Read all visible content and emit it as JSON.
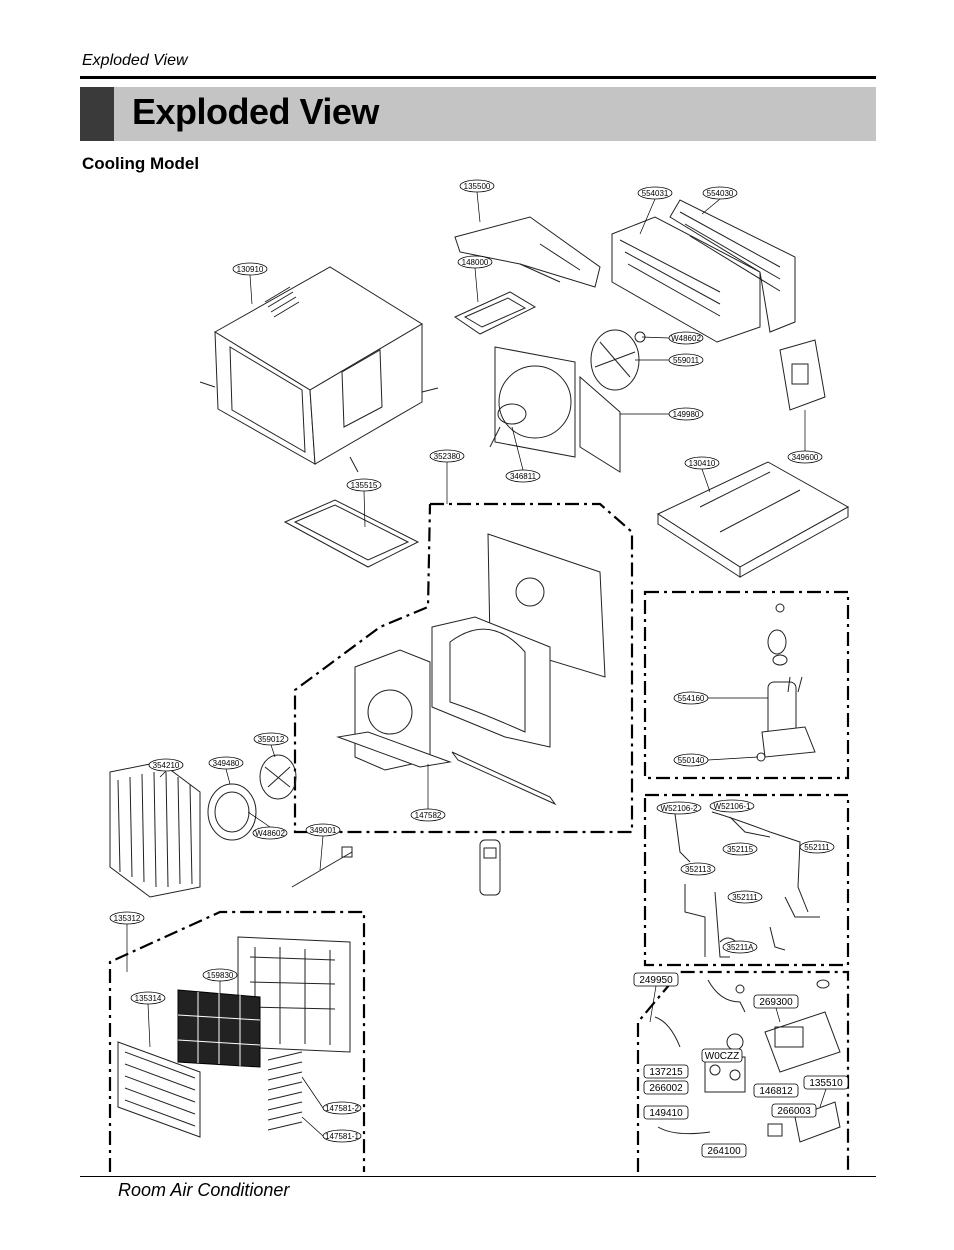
{
  "header": {
    "running_title": "Exploded View"
  },
  "banner": {
    "title": "Exploded View"
  },
  "section": {
    "title": "Cooling Model"
  },
  "footer": {
    "text": "Room Air Conditioner"
  },
  "parts": [
    {
      "id": "135500",
      "style": "oval"
    },
    {
      "id": "554031",
      "style": "oval"
    },
    {
      "id": "554030",
      "style": "oval"
    },
    {
      "id": "130910",
      "style": "oval"
    },
    {
      "id": "148000",
      "style": "oval"
    },
    {
      "id": "W48602",
      "style": "oval"
    },
    {
      "id": "559011",
      "style": "oval"
    },
    {
      "id": "149980",
      "style": "oval"
    },
    {
      "id": "346811",
      "style": "oval"
    },
    {
      "id": "352380",
      "style": "oval"
    },
    {
      "id": "349600",
      "style": "oval"
    },
    {
      "id": "130410",
      "style": "oval"
    },
    {
      "id": "135515",
      "style": "oval"
    },
    {
      "id": "554160",
      "style": "oval"
    },
    {
      "id": "550140",
      "style": "oval"
    },
    {
      "id": "359012",
      "style": "oval"
    },
    {
      "id": "354210",
      "style": "oval"
    },
    {
      "id": "349480",
      "style": "oval"
    },
    {
      "id": "W48602",
      "style": "oval"
    },
    {
      "id": "349001",
      "style": "oval"
    },
    {
      "id": "147582",
      "style": "oval"
    },
    {
      "id": "W52106-2",
      "style": "oval"
    },
    {
      "id": "W52106-1",
      "style": "oval"
    },
    {
      "id": "352115",
      "style": "oval"
    },
    {
      "id": "552111",
      "style": "oval"
    },
    {
      "id": "352113",
      "style": "oval"
    },
    {
      "id": "352111",
      "style": "oval"
    },
    {
      "id": "35211A",
      "style": "oval"
    },
    {
      "id": "135312",
      "style": "oval"
    },
    {
      "id": "159830",
      "style": "oval"
    },
    {
      "id": "135314",
      "style": "oval"
    },
    {
      "id": "147581-2",
      "style": "oval"
    },
    {
      "id": "147581-1",
      "style": "oval"
    },
    {
      "id": "249950",
      "style": "box"
    },
    {
      "id": "269300",
      "style": "box"
    },
    {
      "id": "W0CZZ",
      "style": "box"
    },
    {
      "id": "137215",
      "style": "box"
    },
    {
      "id": "266002",
      "style": "box"
    },
    {
      "id": "146812",
      "style": "box"
    },
    {
      "id": "135510",
      "style": "box"
    },
    {
      "id": "149410",
      "style": "box"
    },
    {
      "id": "266003",
      "style": "box"
    },
    {
      "id": "264100",
      "style": "box"
    }
  ]
}
